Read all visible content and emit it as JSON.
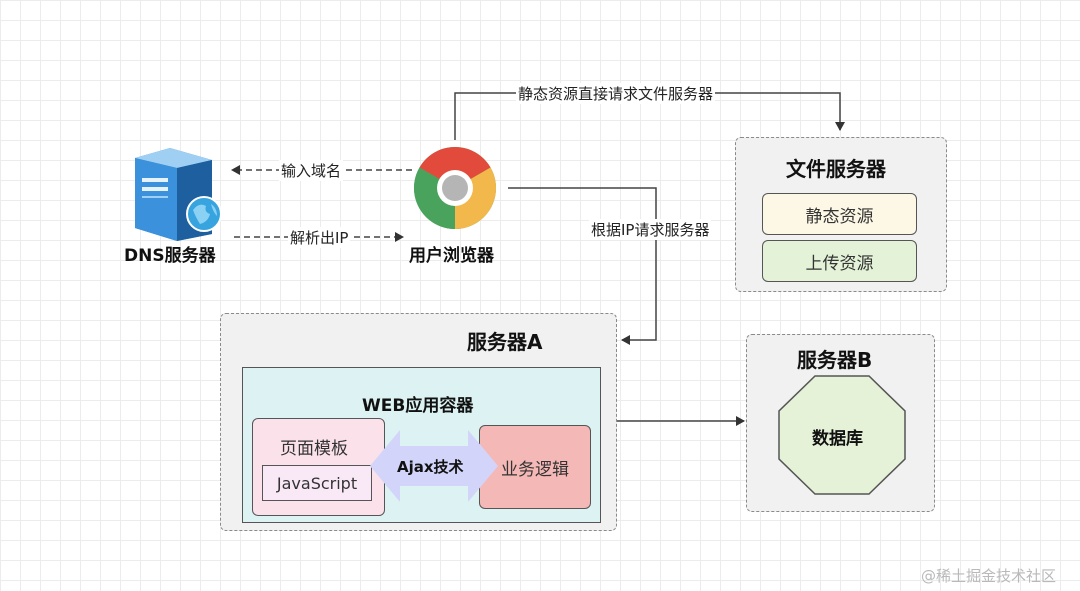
{
  "dns": {
    "label": "DNS服务器"
  },
  "browser": {
    "label": "用户浏览器"
  },
  "edges": {
    "input_domain": "输入域名",
    "resolve_ip": "解析出IP",
    "static_request": "静态资源直接请求文件服务器",
    "request_by_ip": "根据IP请求服务器"
  },
  "file_server": {
    "title": "文件服务器",
    "items": [
      "静态资源",
      "上传资源"
    ]
  },
  "server_a": {
    "title": "服务器A",
    "container_title": "WEB应用容器",
    "page_template": "页面模板",
    "javascript": "JavaScript",
    "ajax": "Ajax技术",
    "business_logic": "业务逻辑"
  },
  "server_b": {
    "title": "服务器B",
    "database": "数据库"
  },
  "watermark": "@稀土掘金技术社区",
  "colors": {
    "static_fill": "#fdf8e6",
    "upload_fill": "#e4f3d7",
    "container_fill": "#dcf2f3",
    "page_fill": "#fbe1ea",
    "logic_fill": "#f4b8b6",
    "js_fill": "#f9e9f6",
    "ajax_fill": "#d2d5f9",
    "db_fill": "#e5f2d8"
  },
  "icons": [
    "server-icon",
    "globe-icon",
    "chrome-icon"
  ]
}
